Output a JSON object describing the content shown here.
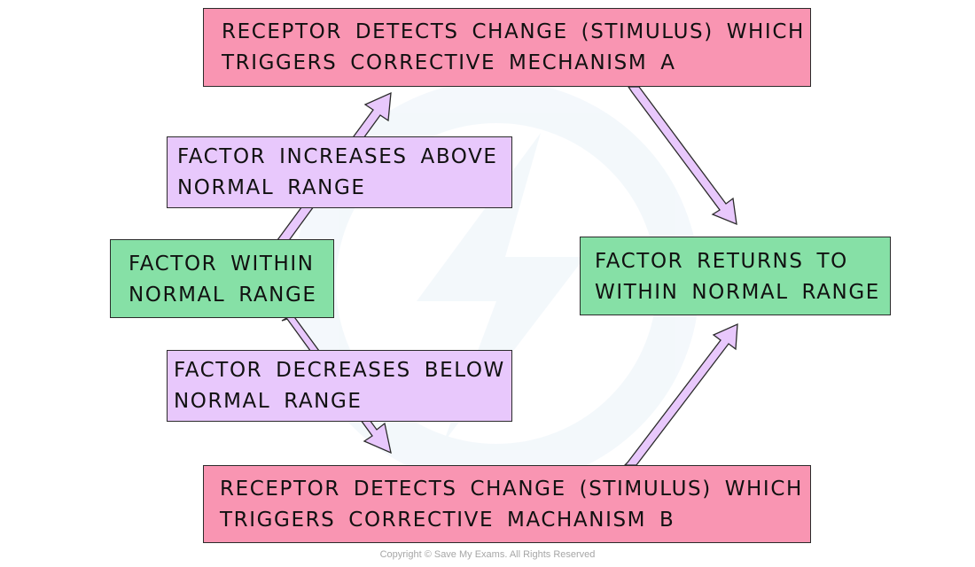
{
  "boxes": {
    "mechanism_a": "RECEPTOR DETECTS CHANGE (STIMULUS) WHICH\nTRIGGERS CORRECTIVE MECHANISM A",
    "increase": "FACTOR INCREASES ABOVE\nNORMAL RANGE",
    "within": "FACTOR WITHIN\nNORMAL RANGE",
    "decrease": "FACTOR DECREASES BELOW\nNORMAL RANGE",
    "returns": "FACTOR RETURNS TO\nWITHIN NORMAL RANGE",
    "mechanism_b": "RECEPTOR DETECTS CHANGE (STIMULUS) WHICH\nTRIGGERS CORRECTIVE MACHANISM B"
  },
  "footer": {
    "copyright": "Copyright © Save My Exams. All Rights Reserved"
  },
  "colors": {
    "receptor_box": "#f995b2",
    "deviation_box": "#e8c8fc",
    "normal_box": "#86e0a6",
    "arrow_fill": "#e8c8fc",
    "outline": "#2b2b2b"
  }
}
